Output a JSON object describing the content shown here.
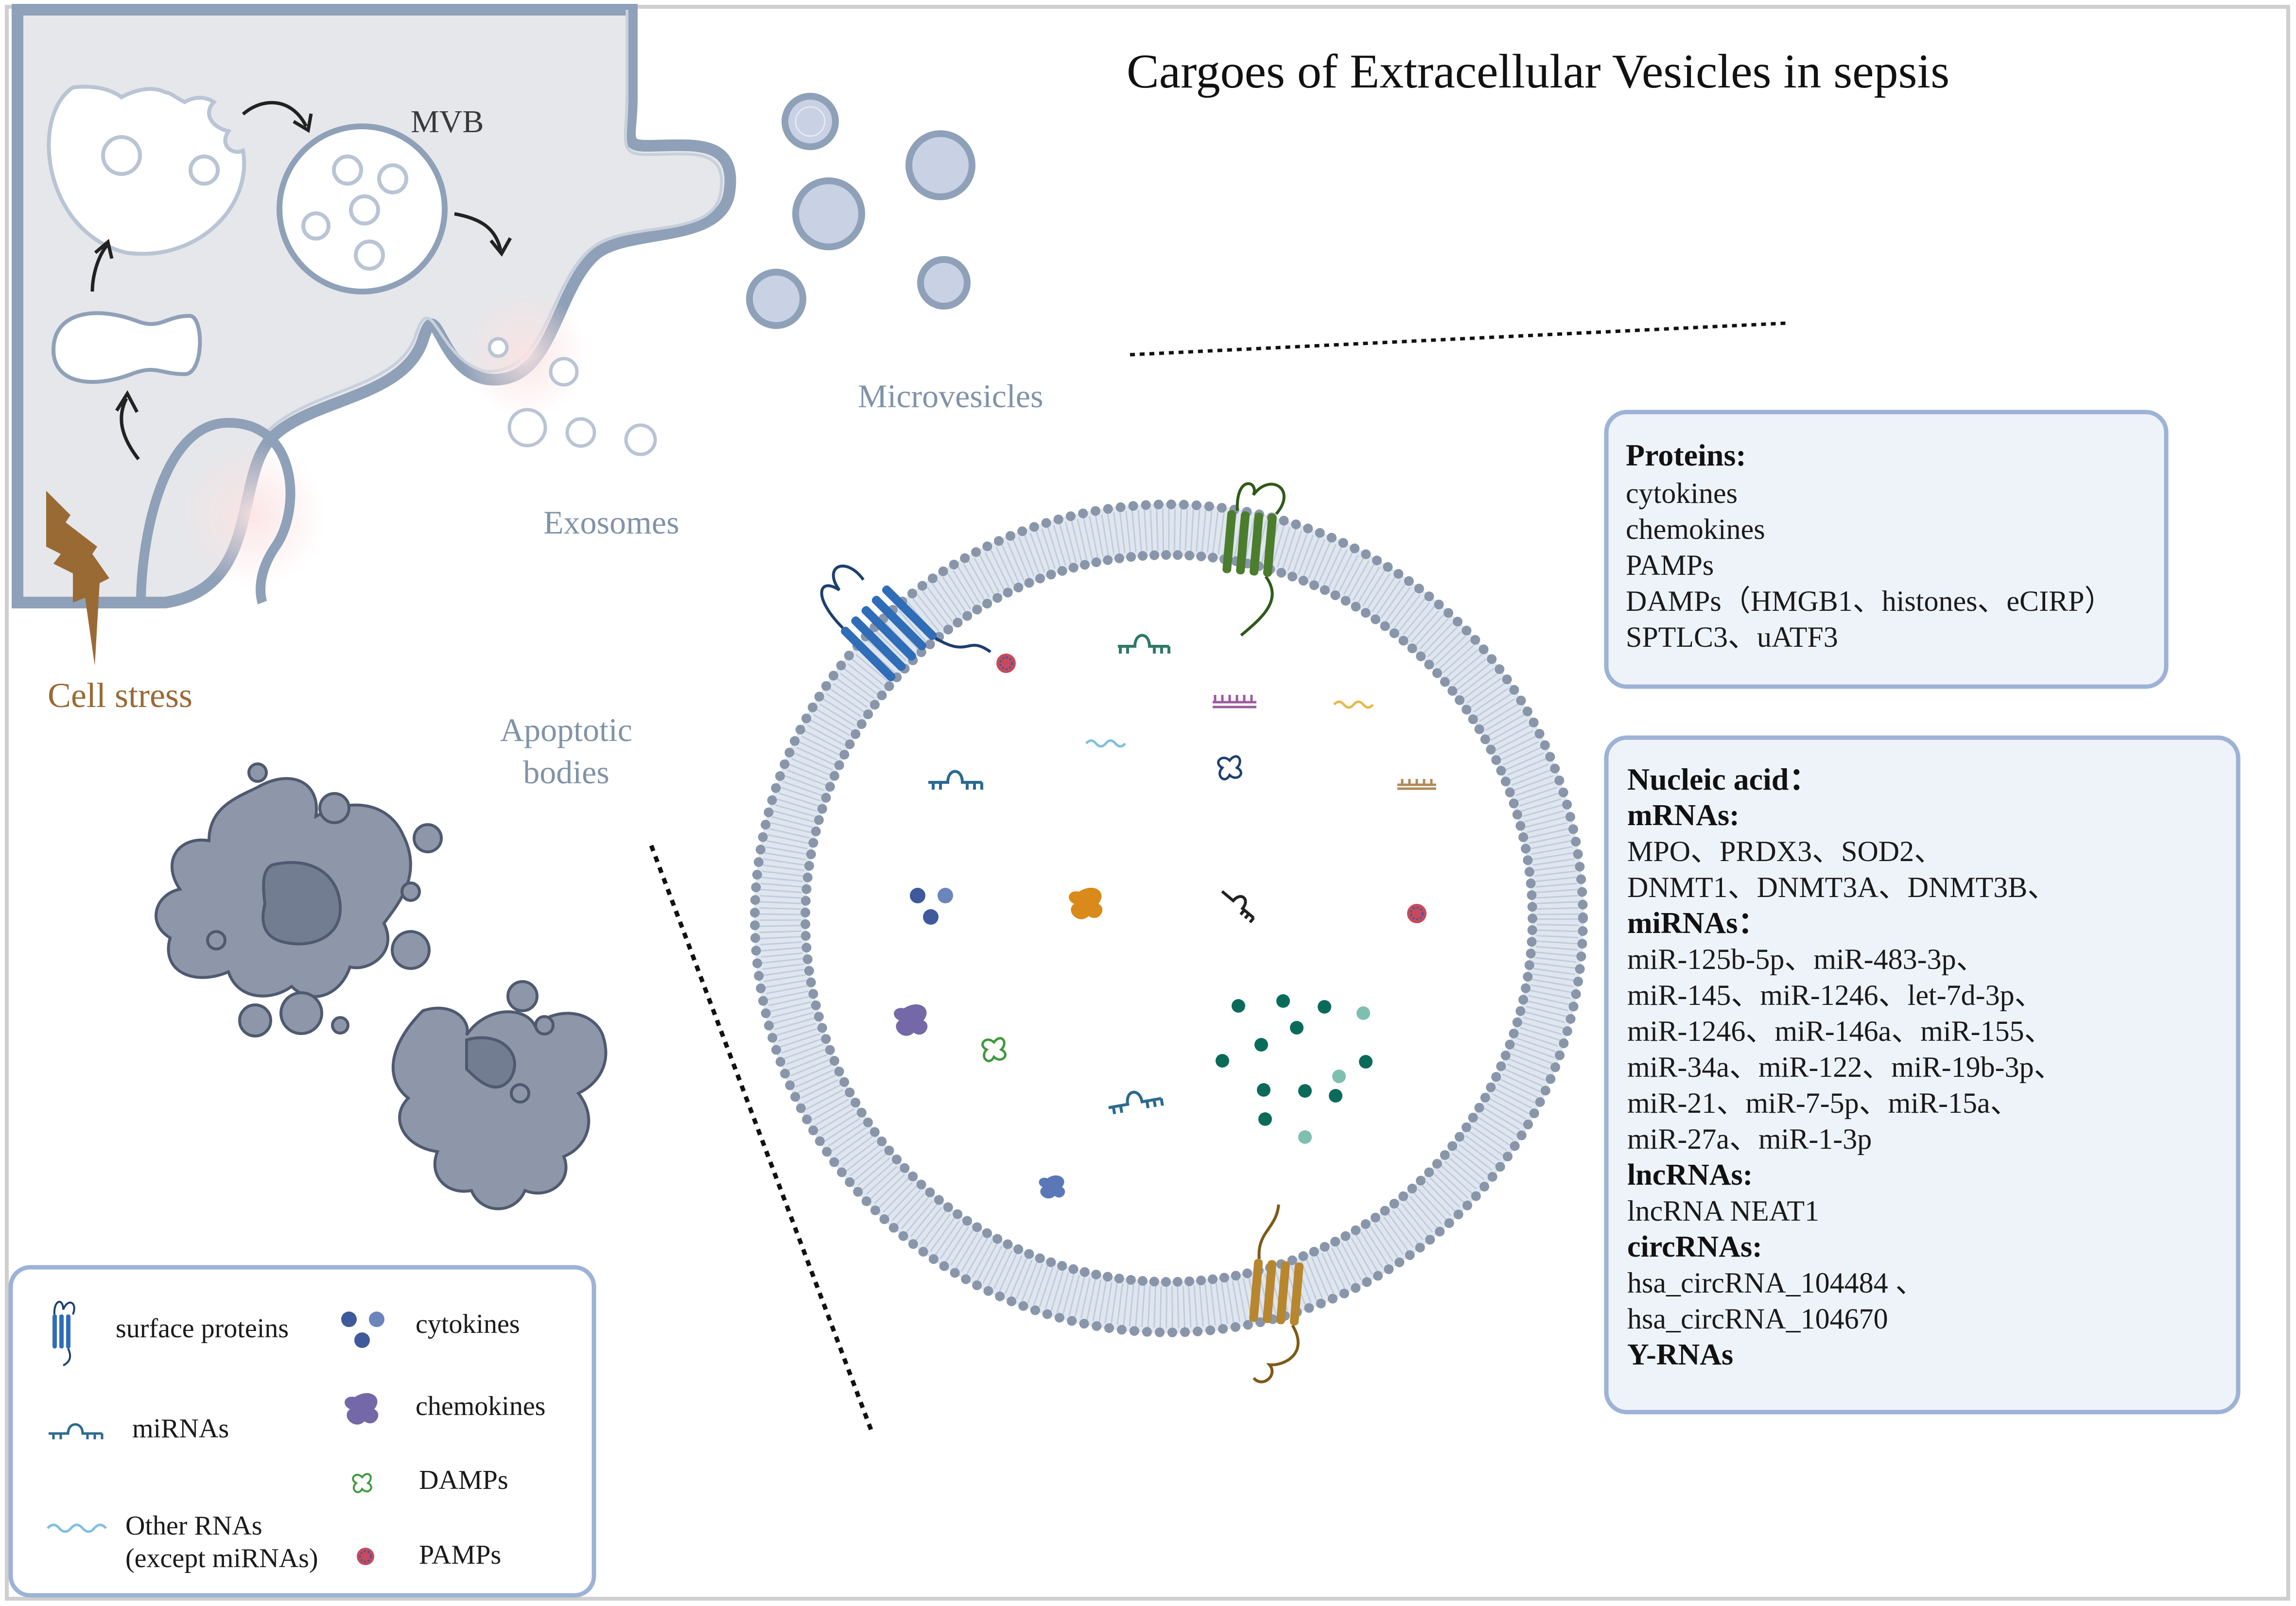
{
  "title": "Cargoes of Extracellular Vesicles in sepsis",
  "cell": {
    "mvb_label": "MVB",
    "stress_label": "Cell stress"
  },
  "ev_types": {
    "microvesicles": "Microvesicles",
    "exosomes": "Exosomes",
    "apoptotic_line1": "Apoptotic",
    "apoptotic_line2": "bodies"
  },
  "proteins_box": {
    "heading": "Proteins:",
    "items": [
      "cytokines",
      "chemokines",
      "PAMPs",
      "DAMPs（HMGB1、histones、eCIRP）",
      "SPTLC3、uATF3"
    ]
  },
  "nucleic_box": {
    "heading": "Nucleic acid：",
    "mrnas_label": "mRNAs:",
    "mrnas": [
      "MPO、PRDX3、SOD2、",
      "DNMT1、DNMT3A、DNMT3B、"
    ],
    "mirnas_label": "miRNAs：",
    "mirnas": [
      "miR-125b-5p、miR-483-3p、",
      "miR-145、miR-1246、let-7d-3p、",
      "miR-1246、miR-146a、miR-155、",
      "miR-34a、miR-122、miR-19b-3p、",
      "miR-21、miR-7-5p、miR-15a、",
      "miR-27a、miR-1-3p"
    ],
    "lncrnas_label": "lncRNAs:",
    "lncrnas": [
      "lncRNA NEAT1"
    ],
    "circrnas_label": "circRNAs:",
    "circrnas": [
      "hsa_circRNA_104484 、",
      "hsa_circRNA_104670"
    ],
    "yrnas_label": "Y-RNAs"
  },
  "legend": {
    "surface_proteins": "surface proteins",
    "mirnas": "miRNAs",
    "other_rnas_line1": "Other RNAs",
    "other_rnas_line2": "(except miRNAs)",
    "cytokines": "cytokines",
    "chemokines": "chemokines",
    "damps": "DAMPs",
    "pamps": "PAMPs"
  },
  "colors": {
    "cell_fill": "#e6e7ea",
    "membrane": "#8fa1b8",
    "vesicle_fill": "#c9d1e4",
    "apoptotic": "#8d97a9",
    "box_border": "#9db2d6",
    "box_fill": "#eef3fa",
    "surface_blue": "#2f6db8",
    "surface_green": "#4b7d2d",
    "surface_orange": "#b8862d",
    "mirna": "#2b6a8e",
    "cytokine": "#3e5a9a",
    "chemokine": "#7468a8",
    "damp": "#3e9a3e",
    "pamp": "#c84a5a",
    "stress": "#9a6a35"
  },
  "icons": [
    "lightning-icon",
    "surface-protein-icon",
    "mirna-icon",
    "other-rna-icon",
    "cytokine-icon",
    "chemokine-icon",
    "damp-icon",
    "pamp-icon"
  ]
}
